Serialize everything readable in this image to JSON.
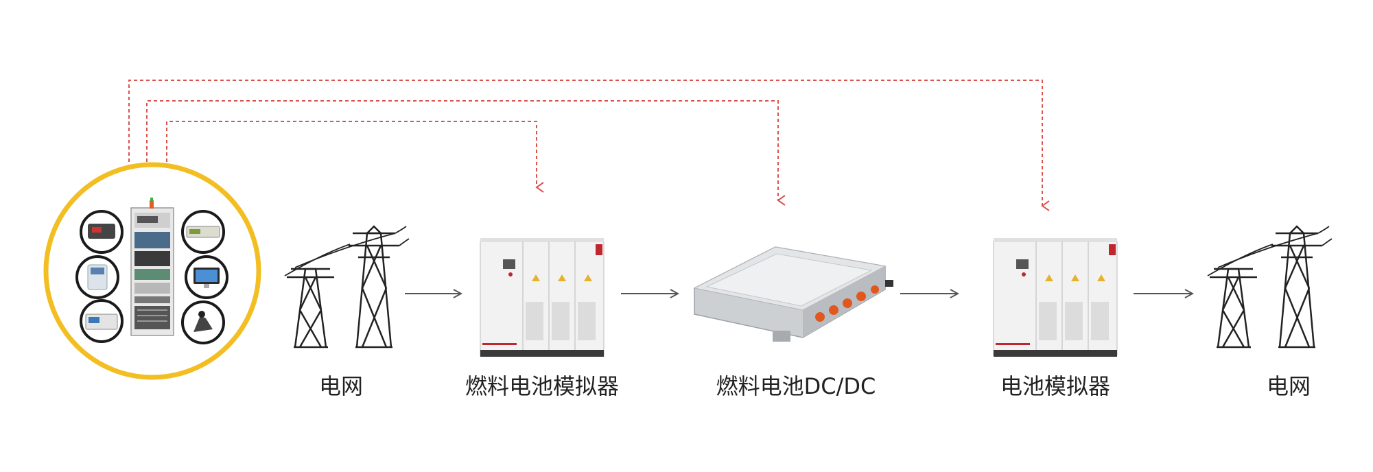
{
  "colors": {
    "ring": "#F2BE22",
    "signal": "#D9534F",
    "flow": "#555555",
    "cabinet_accent": "#C0262D"
  },
  "nodes": [
    {
      "id": "grid-in",
      "label": "电网",
      "icon": "power-tower-icon"
    },
    {
      "id": "fc-sim",
      "label": "燃料电池模拟器",
      "icon": "cabinet-icon"
    },
    {
      "id": "dcdc",
      "label": "燃料电池DC/DC",
      "icon": "dcdc-module-icon"
    },
    {
      "id": "bat-sim",
      "label": "电池模拟器",
      "icon": "cabinet-icon"
    },
    {
      "id": "grid-out",
      "label": "电网",
      "icon": "power-tower-icon"
    }
  ],
  "test_system": {
    "icon": "test-rack-icon",
    "peripherals": [
      "power-meter-icon",
      "controller-icon",
      "analyzer-icon",
      "power-supply-icon",
      "monitor-icon",
      "gauge-icon"
    ]
  }
}
